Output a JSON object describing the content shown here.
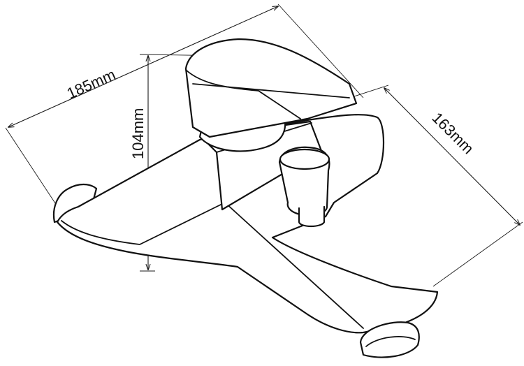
{
  "drawing": {
    "subject": "faucet-line-drawing",
    "dimensions": {
      "width_label": "185mm",
      "height_label": "104mm",
      "depth_label": "163mm"
    },
    "colors": {
      "line": "#111111",
      "background": "#ffffff"
    }
  }
}
